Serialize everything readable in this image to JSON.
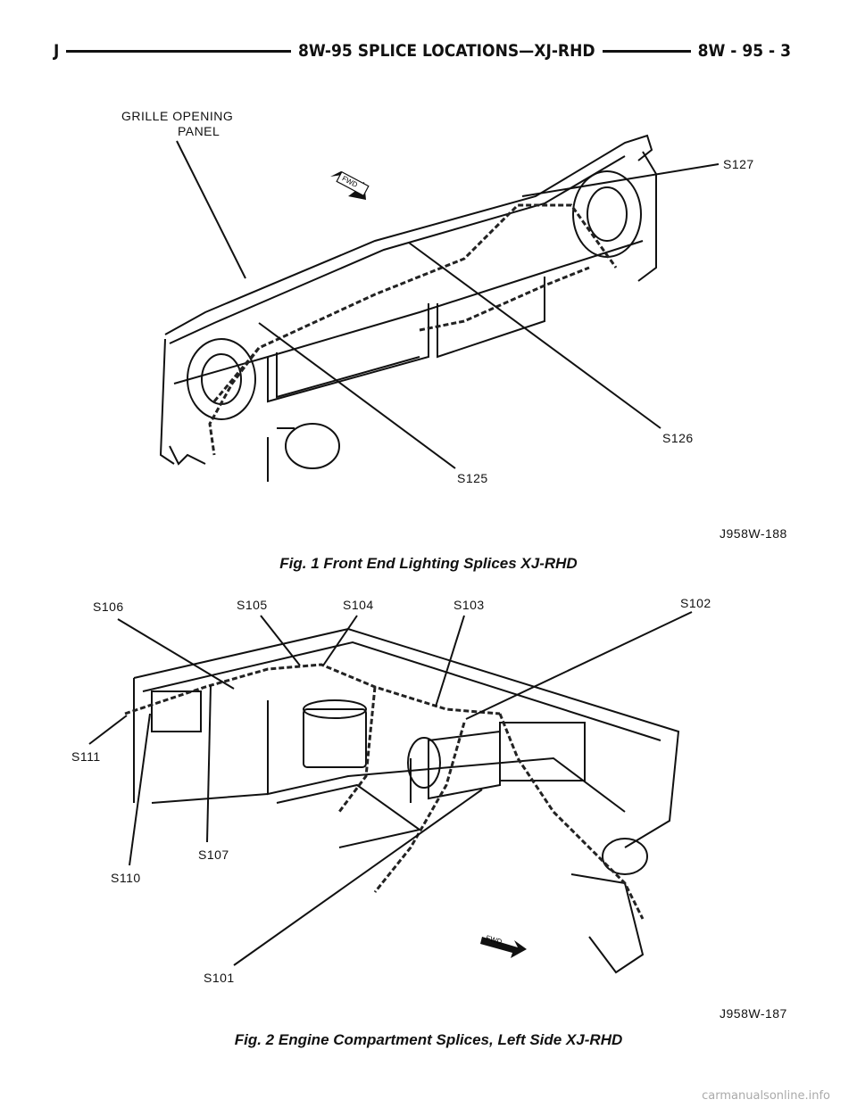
{
  "header": {
    "left": "J",
    "center": "8W-95 SPLICE LOCATIONS—XJ-RHD",
    "right": "8W - 95 - 3"
  },
  "figure1": {
    "callouts": {
      "grille_line1": "GRILLE OPENING",
      "grille_line2": "PANEL",
      "s127": "S127",
      "s126": "S126",
      "s125": "S125",
      "fwd": "FWD"
    },
    "code": "J958W-188",
    "caption": "Fig. 1 Front End Lighting Splices XJ-RHD"
  },
  "figure2": {
    "callouts": {
      "s106": "S106",
      "s105": "S105",
      "s104": "S104",
      "s103": "S103",
      "s102": "S102",
      "s111": "S111",
      "s107": "S107",
      "s110": "S110",
      "s101": "S101",
      "fwd": "FWD"
    },
    "code": "J958W-187",
    "caption": "Fig. 2 Engine Compartment Splices, Left Side XJ-RHD"
  },
  "watermark": "carmanualsonline.info"
}
